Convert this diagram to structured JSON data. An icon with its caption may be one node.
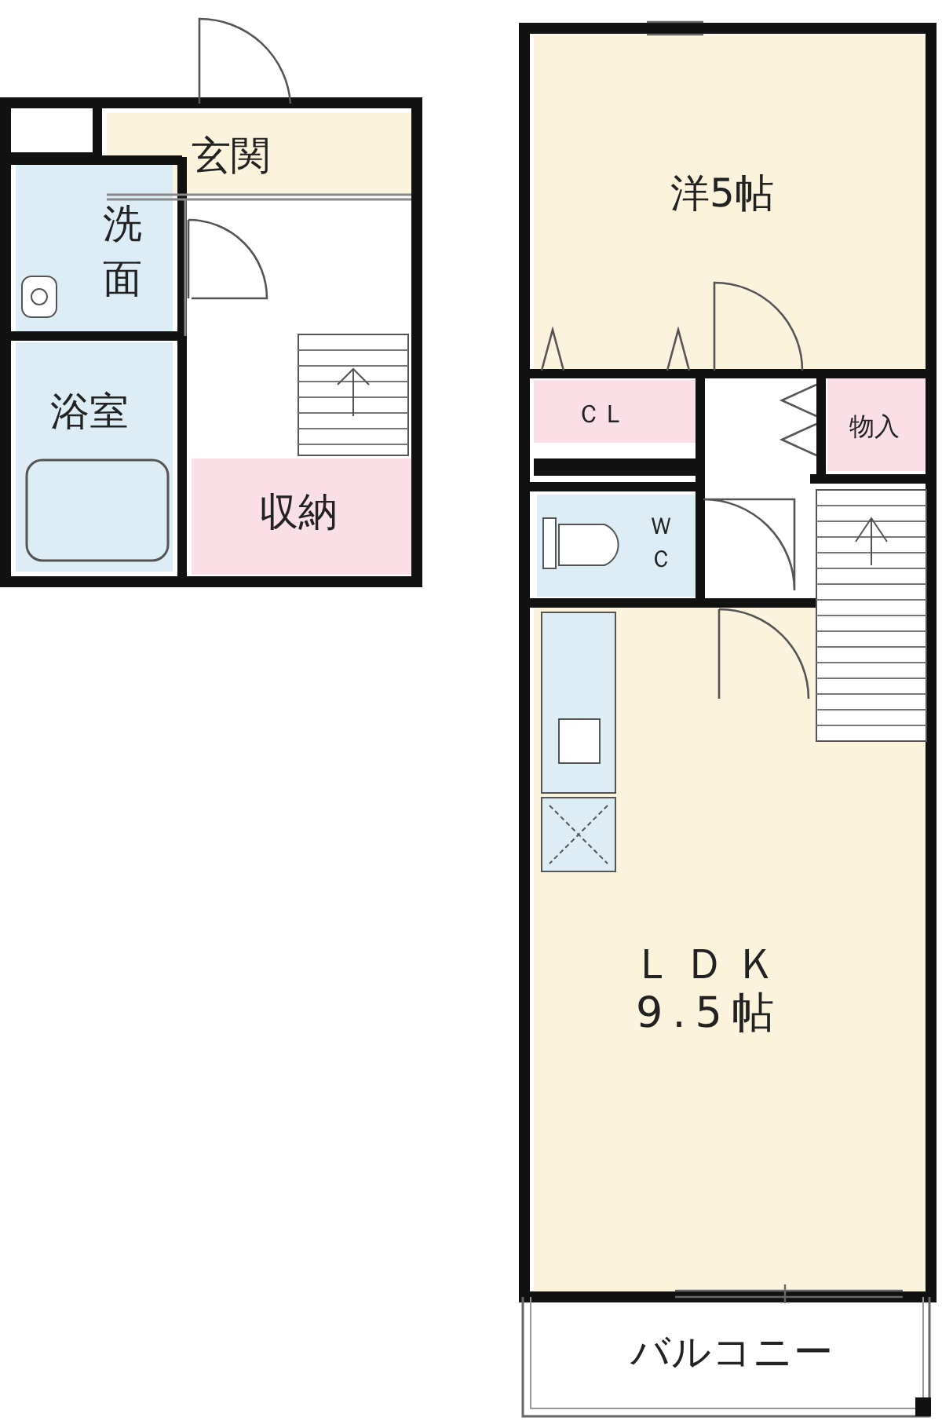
{
  "diagram": {
    "nodes": [
      {
        "text": [
          "玄関"
        ]
      },
      {
        "text": [
          "洗面"
        ]
      },
      {
        "text": [
          "浴室"
        ]
      },
      {
        "text": [
          "収納"
        ]
      },
      {
        "text": [
          "洋5帖"
        ]
      },
      {
        "text": [
          "ＣＬ"
        ]
      },
      {
        "text": [
          "物入"
        ]
      },
      {
        "text": [
          "ＷＣ"
        ]
      },
      {
        "text": [
          "ＬＤＫ 9.5帖"
        ]
      },
      {
        "text": [
          "バルコニー"
        ]
      }
    ]
  }
}
